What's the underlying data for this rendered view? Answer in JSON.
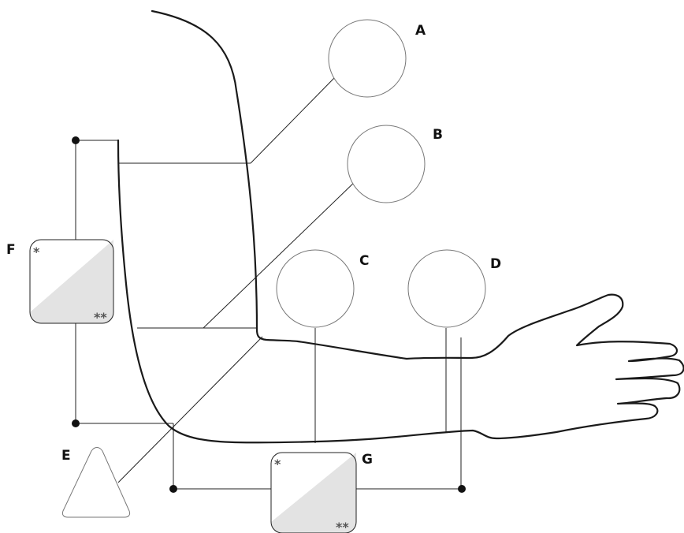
{
  "labels": {
    "a": "A",
    "b": "B",
    "c": "C",
    "d": "D",
    "e": "E",
    "f": "F",
    "g": "G"
  },
  "box_marks": {
    "single": "*",
    "double": "**"
  },
  "colors": {
    "line": "#222222",
    "circle_outline": "#777777",
    "box_shade": "#e3e3e3",
    "dot": "#111111"
  }
}
